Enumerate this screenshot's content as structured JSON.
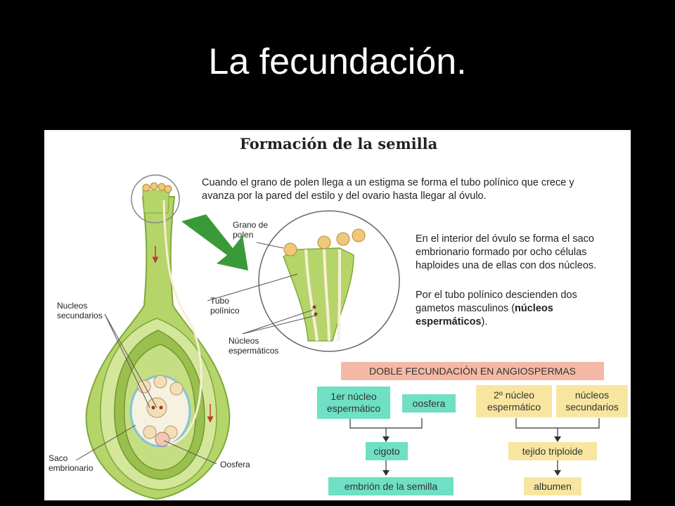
{
  "slide": {
    "title": "La fecundación."
  },
  "figure": {
    "heading": "Formación de la semilla",
    "paragraph_1": [
      "Cuando el grano de polen llega a un estigma se forma el tubo polínico que crece y",
      "avanza por la pared del estilo y del ovario hasta llegar al óvulo."
    ],
    "paragraph_2": [
      "En el interior del óvulo se forma el saco",
      "embrionario formado por ocho células",
      "haploides una de ellas con dos núcleos."
    ],
    "paragraph_3": {
      "line_1": "Por el tubo polínico descienden dos",
      "line_2_pre": "gametos masculinos (",
      "line_2_bold": "núcleos",
      "line_3_bold": "espermáticos",
      "line_3_post": ")."
    },
    "labels": {
      "grano_polen": [
        "Grano de",
        "polen"
      ],
      "tubo_polinico": [
        "Tubo",
        "polínico"
      ],
      "nucleos_espermaticos": [
        "Núcleos",
        "espermáticos"
      ],
      "nucleos_secundarios": [
        "Nucleos",
        "secundarios"
      ],
      "saco_embrionario": [
        "Saco",
        "embrionario"
      ],
      "oosfera": "Oosfera"
    },
    "flow": {
      "header": "DOBLE FECUNDACIÓN EN ANGIOSPERMAS",
      "left": {
        "box_1": [
          "1er núcleo",
          "espermático"
        ],
        "box_2": "oosfera",
        "result": "cigoto",
        "final": "embrión de la semilla"
      },
      "right": {
        "box_1": [
          "2º núcleo",
          "espermático"
        ],
        "box_2": [
          "núcleos",
          "secundarios"
        ],
        "result": "tejido triploide",
        "final": "albumen"
      }
    },
    "colors": {
      "plant_green": "#b5d46a",
      "plant_dark": "#7fa83a",
      "plant_light": "#cfe38f",
      "arrow_green": "#3a9a3a",
      "teal_box": "#6fe0c4",
      "yellow_box": "#f8e6a0",
      "pink_header": "#f4b9a6",
      "pollen_orange": "#f1c77a"
    }
  }
}
